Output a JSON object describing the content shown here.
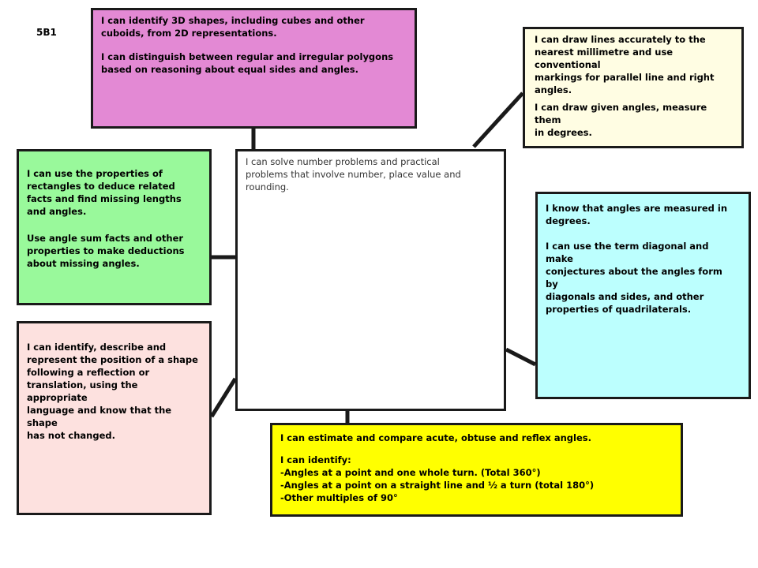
{
  "label": "5B1",
  "boxes": {
    "magenta": {
      "para1": "I can identify 3D shapes, including cubes and other\ncuboids, from 2D representations.",
      "para2": "I can distinguish between regular and irregular polygons\nbased on reasoning about equal sides and angles."
    },
    "cream": {
      "para1": "I can draw lines accurately to the\nnearest millimetre and use conventional\nmarkings for parallel line and right\nangles.",
      "para2": "I can draw given angles, measure them\nin degrees."
    },
    "green": {
      "para1": "I can use the properties of\nrectangles to deduce related\nfacts and find missing lengths\nand angles.",
      "para2": "Use angle sum facts and other\nproperties to make deductions\nabout missing angles."
    },
    "center": {
      "text": "I can solve number problems and practical\nproblems that involve number, place value and\nrounding."
    },
    "cyan": {
      "para1": "I know that angles are measured in\ndegrees.",
      "para2": "I can use the term diagonal and make\nconjectures about the angles form by\ndiagonals and sides, and other\nproperties of quadrilaterals."
    },
    "pink": {
      "text": "I can identify, describe and\nrepresent the position of a shape\nfollowing a reflection or\ntranslation, using the appropriate\nlanguage and know that the shape\nhas not changed."
    },
    "yellow": {
      "para1": "I can estimate and compare acute, obtuse and reflex angles.",
      "para2": "I can identify:",
      "items": [
        "-Angles at a point and one whole turn. (Total 360°)",
        "-Angles at a point on a straight line and ½ a turn (total 180°)",
        "-Other multiples of 90°"
      ]
    }
  },
  "colors": {
    "magenta": "#e389d4",
    "cream": "#fffde3",
    "green": "#99f99b",
    "center": "#ffffff",
    "cyan": "#bcfffe",
    "pink": "#fde1df",
    "yellow": "#ffff00"
  }
}
